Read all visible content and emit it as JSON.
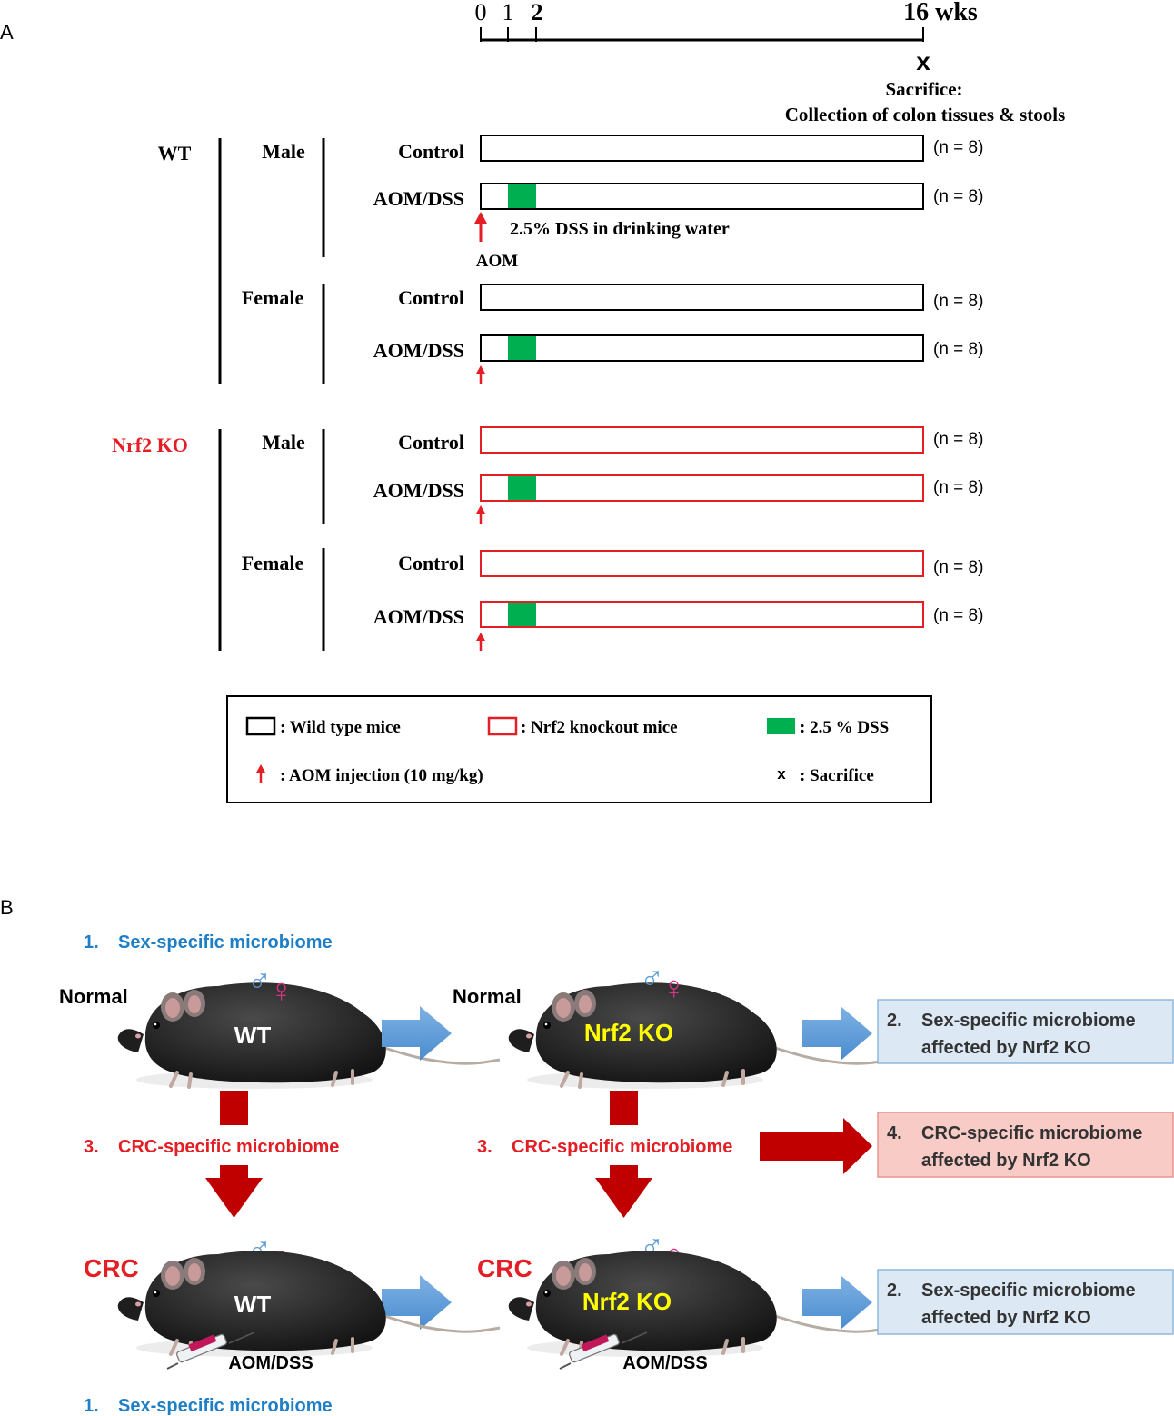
{
  "panel_a": {
    "label": "A",
    "timeline": {
      "tick_0": "0",
      "tick_1": "1",
      "tick_2": "2",
      "tick_16": "16 wks",
      "end_mark": "x",
      "sacrifice_title": "Sacrifice:",
      "sacrifice_detail": "Collection of colon tissues & stools"
    },
    "genotypes": {
      "wt": "WT",
      "ko": "Nrf2 KO"
    },
    "sexes": {
      "male": "Male",
      "female": "Female"
    },
    "groups": {
      "control": "Control",
      "aomdss": "AOM/DSS"
    },
    "n_label": "(n = 8)",
    "dss_note": "2.5% DSS in drinking water",
    "aom_label": "AOM",
    "legend": {
      "wild_type": ": Wild type mice",
      "knockout": ": Nrf2 knockout mice",
      "dss": ": 2.5 % DSS",
      "aom": ": AOM injection (10 mg/kg)",
      "sacrifice_symbol": "x",
      "sacrifice": ": Sacrifice"
    },
    "colors": {
      "wt": "#000000",
      "ko": "#e31e24",
      "dss": "#00b050",
      "arrow": "#e31e24"
    }
  },
  "panel_b": {
    "label": "B",
    "step1_top": {
      "num": "1.",
      "text": "Sex-specific microbiome"
    },
    "step1_bottom": {
      "num": "1.",
      "text": "Sex-specific microbiome"
    },
    "normal_label": "Normal",
    "crc_label": "CRC",
    "wt_label": "WT",
    "ko_label": "Nrf2 KO",
    "male_symbol": "♂",
    "female_symbol": "♀",
    "treatment": "AOM/DSS",
    "step3": {
      "num": "3.",
      "text": "CRC-specific microbiome"
    },
    "box2_top": {
      "num": "2.",
      "line1": "Sex-specific microbiome",
      "line2": "affected by Nrf2 KO"
    },
    "box4": {
      "num": "4.",
      "line1": "CRC-specific microbiome",
      "line2": "affected by Nrf2 KO"
    },
    "box2_bottom": {
      "num": "2.",
      "line1": "Sex-specific microbiome",
      "line2": "affected by Nrf2 KO"
    },
    "colors": {
      "blue_text": "#1f7fc6",
      "red_text": "#e31e24",
      "ko_text": "#ffff00",
      "blue_arrow": "#5b9bd5",
      "red_arrow": "#c00000",
      "blue_box": "#dce9f5",
      "red_box": "#f8cbc7"
    }
  }
}
